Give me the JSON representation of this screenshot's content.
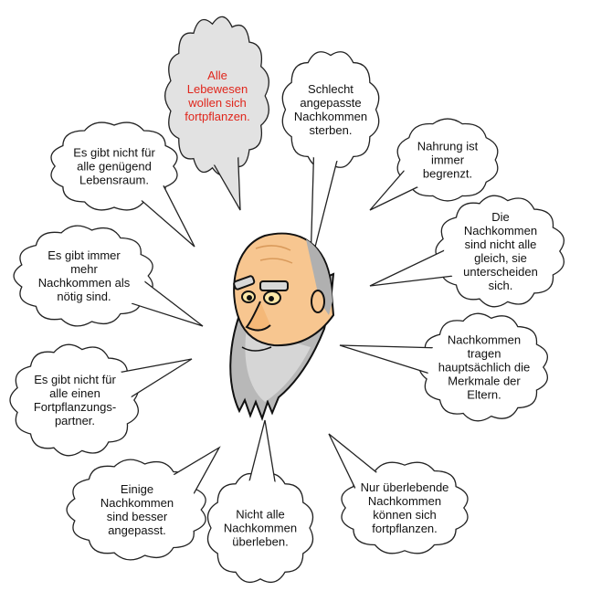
{
  "colors": {
    "highlight_text": "#e0261c",
    "highlight_fill": "#e2e2e2",
    "bubble_fill": "#ffffff",
    "stroke": "#222222"
  },
  "bubbles": [
    {
      "id": "alle-lebewesen",
      "lines": "Alle\nLebewesen\nwollen sich\nfortpflanzen.",
      "highlight": true
    },
    {
      "id": "schlecht-angepasste",
      "lines": "Schlecht\nangepasste\nNachkommen\nsterben."
    },
    {
      "id": "nahrung",
      "lines": "Nahrung ist\nimmer\nbegrenzt."
    },
    {
      "id": "nicht-alle-gleich",
      "lines": "Die\nNachkommen\nsind nicht alle\ngleich, sie\nunterscheiden\nsich."
    },
    {
      "id": "merkmale-eltern",
      "lines": "Nachkommen\ntragen\nhauptsächlich die\nMerkmale der\nEltern."
    },
    {
      "id": "nur-ueberlebende",
      "lines": "Nur überlebende\nNachkommen\nkönnen sich\nfortpflanzen."
    },
    {
      "id": "nicht-alle-ueberleben",
      "lines": "Nicht alle\nNachkommen\nüberleben."
    },
    {
      "id": "besser-angepasst",
      "lines": "Einige\nNachkommen\nsind besser\nangepasst."
    },
    {
      "id": "fortpflanzungspartner",
      "lines": "Es gibt nicht für\nalle einen\nFortpflanzungs-\npartner."
    },
    {
      "id": "mehr-nachkommen",
      "lines": "Es gibt immer\nmehr\nNachkommen als\nnötig sind."
    },
    {
      "id": "lebensraum",
      "lines": "Es gibt nicht für\nalle genügend\nLebensraum."
    }
  ]
}
